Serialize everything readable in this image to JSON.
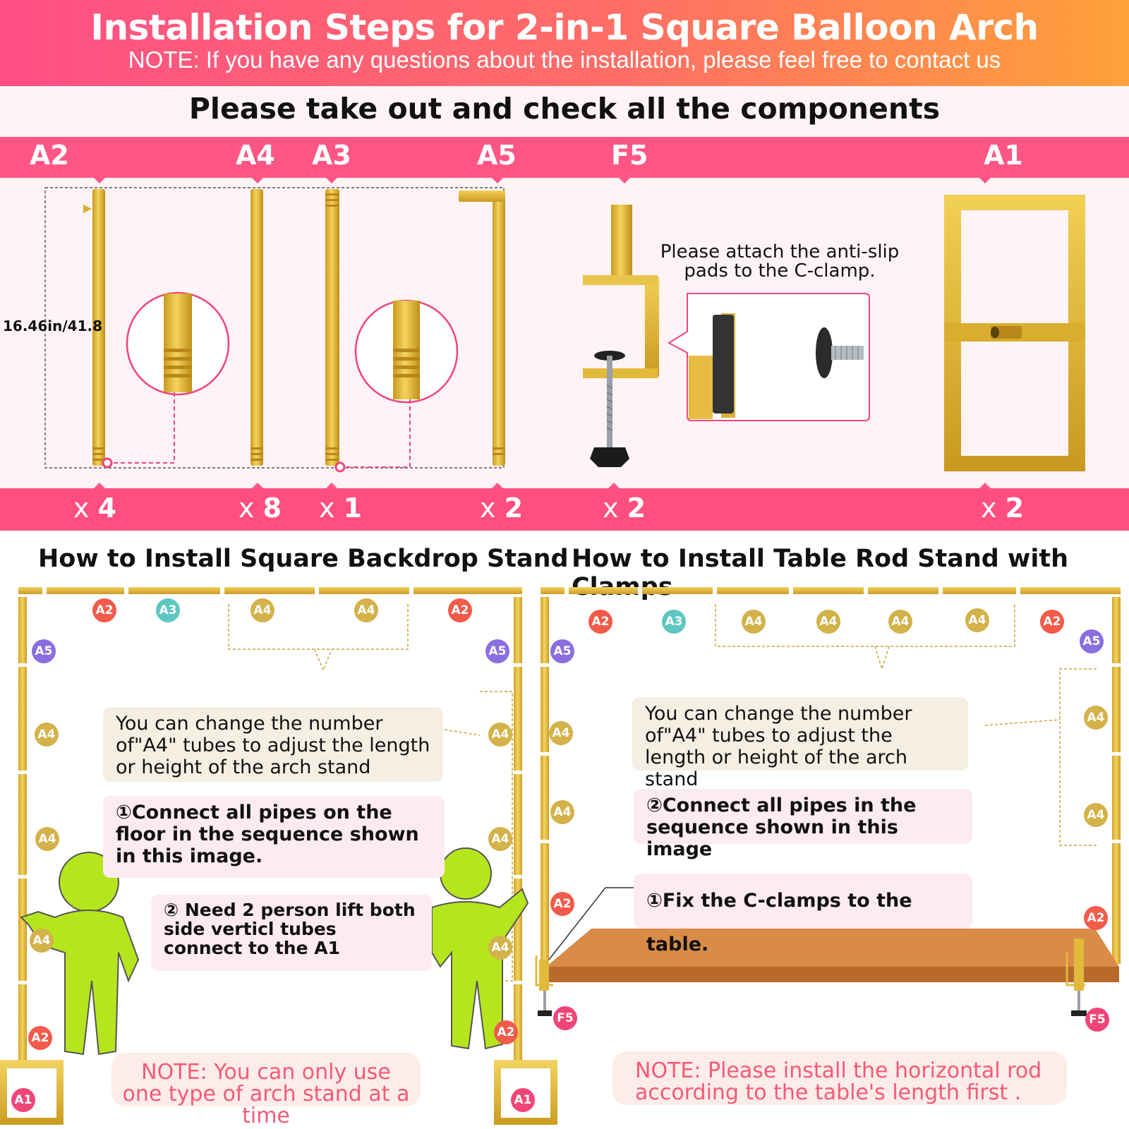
{
  "header": {
    "title": "Installation Steps for 2-in-1 Square Balloon Arch",
    "note": "NOTE: If you have any questions about the installation, please feel free to contact us"
  },
  "components": {
    "title": "Please take out and check all the components",
    "items": [
      {
        "code": "A2",
        "qty_prefix": "x",
        "qty": "4"
      },
      {
        "code": "A4",
        "qty_prefix": "x",
        "qty": "8"
      },
      {
        "code": "A3",
        "qty_prefix": "x",
        "qty": "1"
      },
      {
        "code": "A5",
        "qty_prefix": "x",
        "qty": "2"
      },
      {
        "code": "F5",
        "qty_prefix": "x",
        "qty": "2"
      },
      {
        "code": "A1",
        "qty_prefix": "x",
        "qty": "2"
      }
    ],
    "dimension_label": "16.46in/41.8",
    "clamp_note": "Please attach the anti-slip pads to the C-clamp."
  },
  "left_section": {
    "title": "How to Install Square Backdrop Stand",
    "tip": "You can change the number of\"A4\" tubes to adjust the length or height of the arch stand",
    "step1": "①Connect all pipes on the floor in the sequence shown in this image.",
    "step2": "② Need 2 person lift both side verticl tubes connect to the A1",
    "note": "NOTE:  You can only use one type of arch stand at a time",
    "badges": {
      "a1": "A1",
      "a2": "A2",
      "a3": "A3",
      "a4": "A4",
      "a5": "A5"
    }
  },
  "right_section": {
    "title": "How to Install Table Rod Stand with Clamps",
    "tip": "You can change the number of\"A4\" tubes to adjust the length or height of the arch stand",
    "step2": "②Connect all pipes  in the sequence shown in this image",
    "step1": "①Fix the C-clamps to the table.",
    "note": "NOTE: Please install the horizontal rod according to the table's length first .",
    "badges": {
      "a2": "A2",
      "a3": "A3",
      "a4": "A4",
      "a5": "A5",
      "f5": "F5"
    }
  },
  "colors": {
    "accent_pink": "#ff5685",
    "gold": "#e2b93b",
    "figure_green": "#b5e61d",
    "table_brown": "#d98b48"
  }
}
